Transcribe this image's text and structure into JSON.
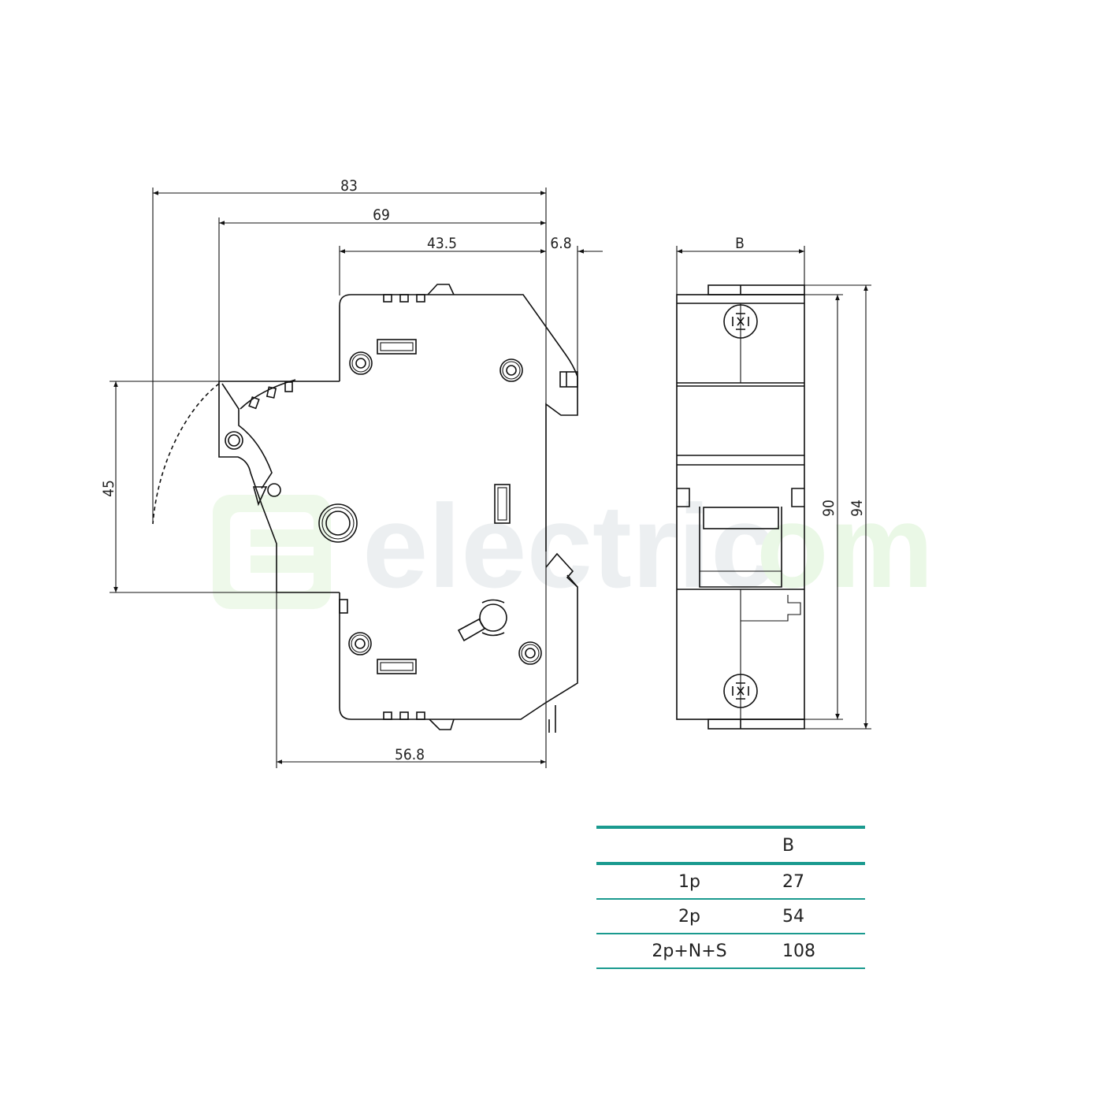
{
  "watermark": {
    "text_gray": "electric",
    "text_green": "om",
    "logo_letters": "EL",
    "gray_color": "#e9ecef",
    "green_color": "#e6f7e2"
  },
  "side_view": {
    "dimensions": {
      "overall_depth": "83",
      "toggle_depth": "69",
      "front_to_rail": "43.5",
      "rail_offset": "6.8",
      "front_face_height": "45",
      "body_depth": "56.8"
    }
  },
  "front_view": {
    "dimensions": {
      "width": "B",
      "body_height": "90",
      "overall_height": "94"
    }
  },
  "table": {
    "accent_color": "#1a9a8f",
    "header": [
      "",
      "B"
    ],
    "rows": [
      {
        "config": "1p",
        "b": "27"
      },
      {
        "config": "2p",
        "b": "54"
      },
      {
        "config": "2p+N+S",
        "b": "108"
      }
    ]
  }
}
